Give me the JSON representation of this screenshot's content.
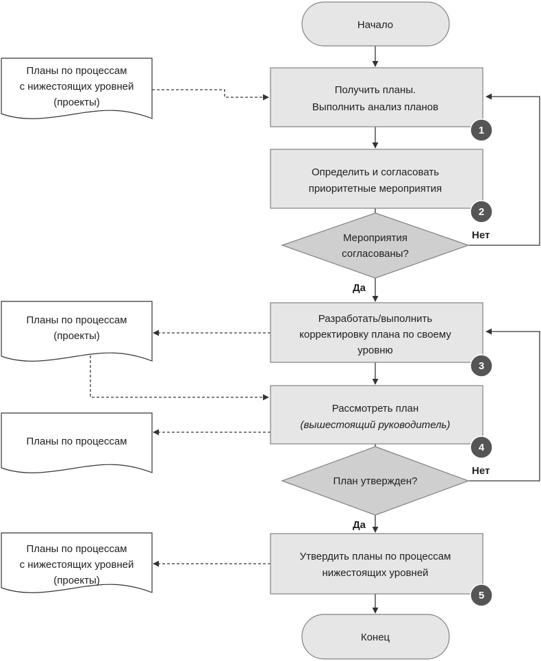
{
  "start": {
    "label": "Начало"
  },
  "end": {
    "label": "Конец"
  },
  "steps": [
    {
      "number": "1",
      "lines": [
        "Получить планы.",
        "Выполнить анализ планов"
      ]
    },
    {
      "number": "2",
      "lines": [
        "Определить и согласовать",
        "приоритетные мероприятия"
      ]
    },
    {
      "number": "3",
      "lines": [
        "Разработать/выполнить",
        "корректировку плана по своему",
        "уровню"
      ]
    },
    {
      "number": "4",
      "lines": [
        "Рассмотреть план",
        "(вышестоящий руководитель)"
      ]
    },
    {
      "number": "5",
      "lines": [
        "Утвердить планы по процессам",
        "нижестоящих уровней"
      ]
    }
  ],
  "decisions": [
    {
      "lines": [
        "Мероприятия",
        "согласованы?"
      ],
      "yes_label": "Да",
      "no_label": "Нет"
    },
    {
      "lines": [
        "План утвержден?"
      ],
      "yes_label": "Да",
      "no_label": "Нет"
    }
  ],
  "documents": [
    {
      "lines": [
        "Планы по процессам",
        "с нижестоящих уровней",
        "(проекты)"
      ]
    },
    {
      "lines": [
        "Планы по процессам",
        "(проекты)"
      ]
    },
    {
      "lines": [
        "Планы по процессам"
      ]
    },
    {
      "lines": [
        "Планы по процессам",
        "с нижестоящих уровней",
        "(проекты)"
      ]
    }
  ]
}
